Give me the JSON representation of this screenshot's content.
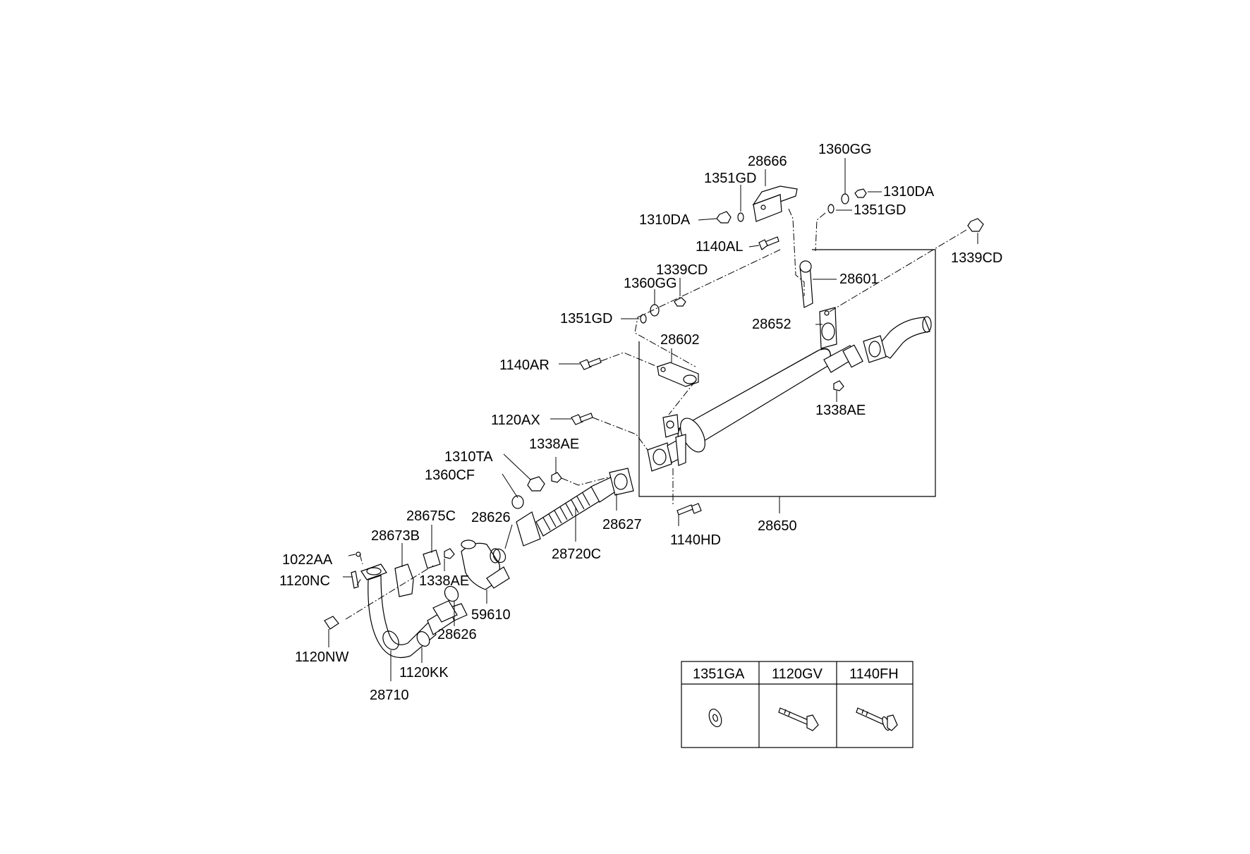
{
  "diagram": {
    "labels": [
      {
        "id": "28666",
        "text": "28666"
      },
      {
        "id": "1360GG_top",
        "text": "1360GG"
      },
      {
        "id": "1351GD_top",
        "text": "1351GD"
      },
      {
        "id": "1310DA_right",
        "text": "1310DA"
      },
      {
        "id": "1310DA_left",
        "text": "1310DA"
      },
      {
        "id": "1351GD_right",
        "text": "1351GD"
      },
      {
        "id": "1140AL",
        "text": "1140AL"
      },
      {
        "id": "1339CD_right",
        "text": "1339CD"
      },
      {
        "id": "1339CD_mid",
        "text": "1339CD"
      },
      {
        "id": "28601",
        "text": "28601"
      },
      {
        "id": "1360GG_mid",
        "text": "1360GG"
      },
      {
        "id": "1351GD_mid",
        "text": "1351GD"
      },
      {
        "id": "28652",
        "text": "28652"
      },
      {
        "id": "28602",
        "text": "28602"
      },
      {
        "id": "1140AR",
        "text": "1140AR"
      },
      {
        "id": "1338AE_right",
        "text": "1338AE"
      },
      {
        "id": "1120AX",
        "text": "1120AX"
      },
      {
        "id": "1338AE_mid",
        "text": "1338AE"
      },
      {
        "id": "1310TA",
        "text": "1310TA"
      },
      {
        "id": "1360CF",
        "text": "1360CF"
      },
      {
        "id": "28675C",
        "text": "28675C"
      },
      {
        "id": "28626_top",
        "text": "28626"
      },
      {
        "id": "28627",
        "text": "28627"
      },
      {
        "id": "28673B",
        "text": "28673B"
      },
      {
        "id": "28650",
        "text": "28650"
      },
      {
        "id": "1140HD",
        "text": "1140HD"
      },
      {
        "id": "1022AA",
        "text": "1022AA"
      },
      {
        "id": "28720C",
        "text": "28720C"
      },
      {
        "id": "1120NC",
        "text": "1120NC"
      },
      {
        "id": "1338AE_low",
        "text": "1338AE"
      },
      {
        "id": "59610",
        "text": "59610"
      },
      {
        "id": "28626_low",
        "text": "28626"
      },
      {
        "id": "1120NW",
        "text": "1120NW"
      },
      {
        "id": "1120KK",
        "text": "1120KK"
      },
      {
        "id": "28710",
        "text": "28710"
      }
    ]
  },
  "legend_table": {
    "headers": [
      "1351GA",
      "1120GV",
      "1140FH"
    ],
    "icons": [
      "washer-icon",
      "bolt-icon",
      "flange-bolt-icon"
    ]
  }
}
